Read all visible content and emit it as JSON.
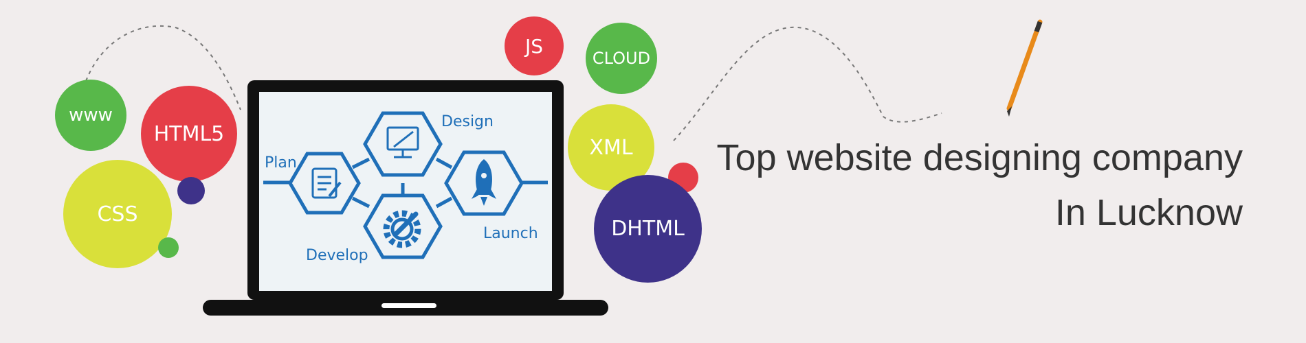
{
  "bubbles": {
    "www": "www",
    "html5": "HTML5",
    "css": "CSS",
    "js": "JS",
    "cloud": "CLOUD",
    "xml": "XML",
    "dhtml": "DHTML"
  },
  "diagram": {
    "plan": "Plan",
    "design": "Design",
    "develop": "Develop",
    "launch": "Launch"
  },
  "headline": {
    "line1": "Top website designing company",
    "line2": "In Lucknow"
  },
  "colors": {
    "background": "#f1eded",
    "green": "#58b84a",
    "red": "#e53e48",
    "lime": "#d9e03a",
    "purple": "#3e3289",
    "hex_blue": "#1f6fb8"
  }
}
